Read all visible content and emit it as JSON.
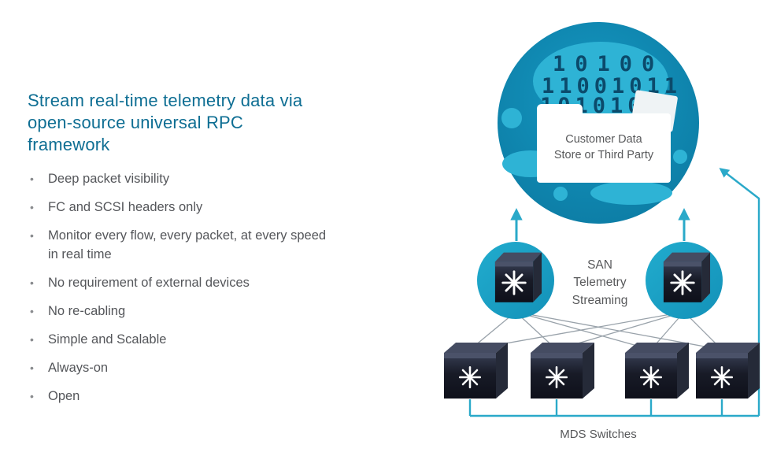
{
  "left_panel": {
    "title": "Stream real-time telemetry data via open-source universal RPC framework",
    "bullets": [
      "Deep packet visibility",
      "FC and SCSI headers only",
      "Monitor every flow, every packet, at every speed in real time",
      "No requirement of external devices",
      "No re-cabling",
      "Simple and Scalable",
      "Always-on",
      "Open"
    ]
  },
  "diagram": {
    "binary_rows": [
      "10100",
      "11001011",
      "10101001"
    ],
    "customer_label_lines": [
      "Customer Data",
      "Store or Third Party"
    ],
    "san_label_lines": [
      "SAN",
      "Telemetry",
      "Streaming"
    ],
    "mds_label": "MDS Switches",
    "colors": {
      "accent_teal": "#2AA9C9",
      "cloud_blue": "#0F86AD",
      "blob_light_blue": "#2EB3D5",
      "binary_navy": "#0B4A6B",
      "title_blue": "#0E6E93",
      "body_gray": "#54565A",
      "link_gray": "#99A2AA",
      "switch_dark": "#171A26"
    }
  }
}
